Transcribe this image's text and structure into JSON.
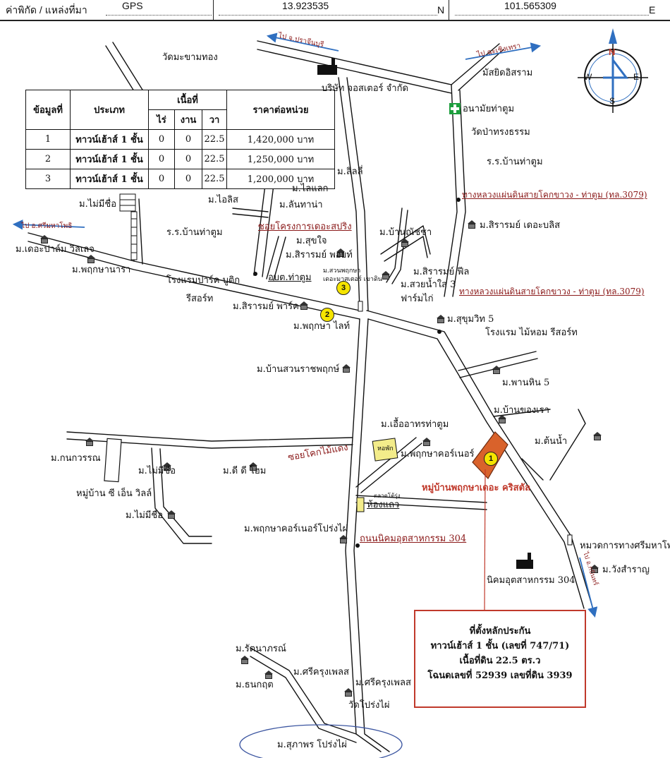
{
  "header": {
    "coord_label": "ค่าพิกัด / แหล่งที่มา",
    "source": "GPS",
    "latitude": "13.923535",
    "lat_suffix": "N",
    "longitude": "101.565309",
    "lon_suffix": "E"
  },
  "compass": {
    "n": "N",
    "s": "S",
    "e": "E",
    "w": "W"
  },
  "table": {
    "h_no": "ข้อมูลที่",
    "h_type": "ประเภท",
    "h_area": "เนื้อที่",
    "h_rai": "ไร่",
    "h_ngan": "งาน",
    "h_wa": "วา",
    "h_price": "ราคาต่อหน่วย",
    "rows": [
      {
        "no": "1",
        "type": "ทาวน์เฮ้าส์ 1 ชั้น",
        "rai": "0",
        "ngan": "0",
        "wa": "22.5",
        "price": "1,420,000 บาท"
      },
      {
        "no": "2",
        "type": "ทาวน์เฮ้าส์ 1 ชั้น",
        "rai": "0",
        "ngan": "0",
        "wa": "22.5",
        "price": "1,250,000 บาท"
      },
      {
        "no": "3",
        "type": "ทาวน์เฮ้าส์ 1 ชั้น",
        "rai": "0",
        "ngan": "0",
        "wa": "22.5",
        "price": "1,200,000 บาท"
      }
    ]
  },
  "collateral": {
    "line1": "ที่ตั้งหลักประกัน",
    "line2": "ทาวน์เฮ้าส์ 1 ชั้น (เลขที่ 747/71)",
    "line3": "เนื้อที่ดิน 22.5 ตร.ว",
    "line4": "โฉนดเลขที่  52939 เลขที่ดิน 3939"
  },
  "markers": {
    "m1": "1",
    "m2": "2",
    "m3": "3"
  },
  "labels": {
    "wat_makham": "วัดมะขามทอง",
    "company": "บริษัท จอสเตอร์ จำกัด",
    "mosque": "มัสยิดอิสราม",
    "health": "อนามัยท่าตูม",
    "wat_pa": "วัดป่าทรงธรรม",
    "school1": "ร.ร.บ้านท่าตูม",
    "hwy1": "ทางหลวงแผ่นดินสายโคกขาวง - ท่าตูม (ทล.3079)",
    "hwy2": "ทางหลวงแผ่นดินสายโคกขาวง - ท่าตูม (ทล.3079)",
    "lili": "ม.ลิลลี่",
    "mai_mi_chue1": "ม.ไม่มีชื่อ",
    "ailis": "ม.ไอลิส",
    "ilaek": "ม.ไลแลก",
    "lanthana": "ม.ลันทาน่า",
    "soi_spring": "ซอยโครงการเดอะสปริง",
    "sirarom_bliss": "ม.สิรารมย์ เดอะบลิส",
    "ban_natcha": "ม.บ้านณัชชา",
    "school2": "ร.ร.บ้านท่าตูม",
    "the_palm": "ม.เดอะปาล์ม วิลเลจ",
    "phruksa_nara": "ม.พฤกษานารา",
    "suk_jai": "ม.สุขใจ",
    "sirarom_point": "ม.สิรารมย์ พอยท์",
    "suan_phruksa": "ม.สวนพฤกษา",
    "the_master": "เดอะมาสเตอร์ เขาดิน",
    "sirarom_feel": "ม.สิรารมย์ ฟีล",
    "suay_nam_sai": "ม.สวยน้ำใส 3",
    "farm_kai": "ฟาร์มไก่",
    "hotel_park": "โรงแรมปาร์ค บูติก",
    "resort": "รีสอร์ท",
    "obt": "อบต.ท่าตูม",
    "sirarom_park": "ม.สิรารมย์ พาร์ค",
    "phruksa_light": "ม.พฤกษา ไลท์",
    "sukhumvit5": "ม.สุขุมวิท 5",
    "hotel_maihom": "โรงแรม ไม้หอม รีสอร์ท",
    "ban_suan": "ม.บ้านสวนราชพฤกษ์",
    "phan_hin": "ม.พานหิน 5",
    "ban_khong_rao": "ม.บ้านของเรา",
    "ua_athorn": "ม.เอื้ออาทรท่าตูม",
    "ton_nam": "ม.ต้นน้ำ",
    "kanon": "ม.กนกวรรณ",
    "mai_mi_chue2": "ม.ไม่มีชื่อ",
    "dd_home": "ม.ดี ดี โฮม",
    "soi_mai_daeng": "ซอยโคกไม้แดง",
    "dorm": "หอพัก",
    "phruksa_corner": "ม.พฤกษาคอร์เนอร์",
    "crystal": "หมู่บ้านพฤกษาเดอะ คริสตัล",
    "cn_villa": "หมู่บ้าน ซี เอ็น วิลล์",
    "mai_mi_chue3": "ม.ไม่มีชื่อ",
    "shophouse_small": "ตลาดโต้รุ่ง",
    "hong_thaew": "ห้องแถว",
    "corner_pongphai": "ม.พฤกษาคอร์เนอร์โปร่งไผ่",
    "ind_road": "ถนนนิคมอุตสาหกรรม 304",
    "ind_estate": "นิคมอุตสาหกรรม 304",
    "forestry": "หมวดการทางศรีมหาโพธิ",
    "wang_saran": "ม.วังสำราญ",
    "rattana": "ม.รัตนาภรณ์",
    "thanakrit": "ม.ธนกฤต",
    "sri_krung1": "ม.ศรีครุงเพลส",
    "sri_krung2": "ม.ศรีครุงเพลส",
    "wat_pongphai": "วัดโปร่งไผ่",
    "suphaphon": "ม.สุภาพร โปร่งไผ่",
    "to_prachin": "ไป จ.ปราจีนบุรี",
    "to_chachoeng": "ไป ฉะเชิงเทรา",
    "to_left": "ไป อ.ศรีมหาโพธิ",
    "to_south": "ไป อ.กบินทร์"
  },
  "colors": {
    "road": "#111111",
    "plot": "#d9622b",
    "dorm": "#f3ec8a",
    "arrow": "#2f6fc0",
    "accent": "#c0392b"
  }
}
